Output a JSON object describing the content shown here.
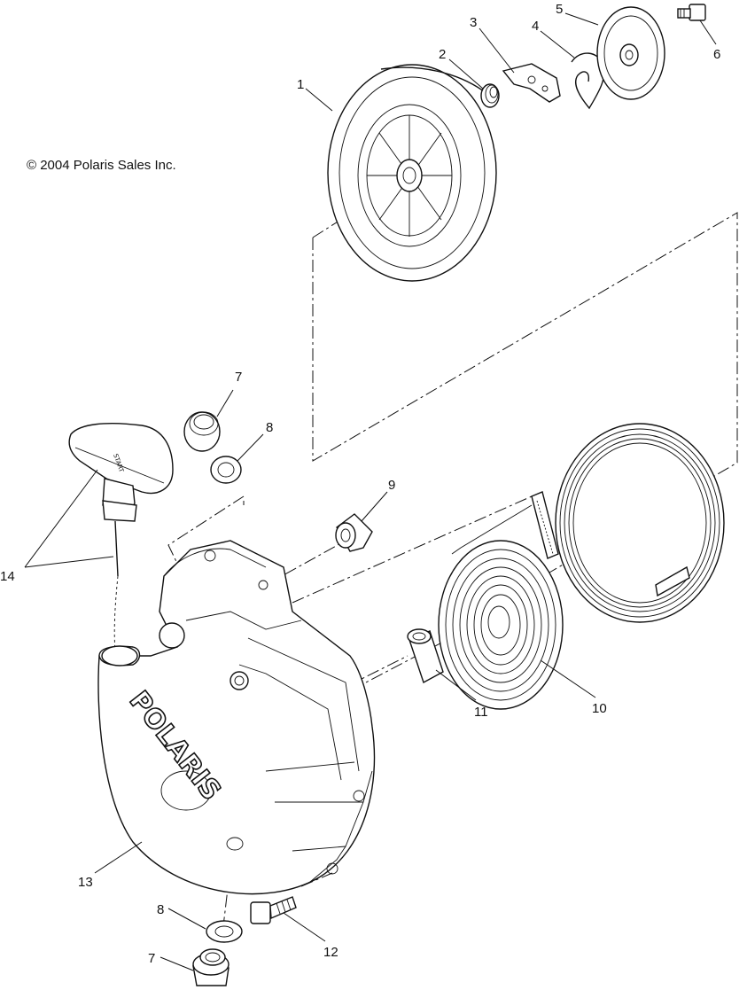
{
  "copyright": "© 2004 Polaris Sales Inc.",
  "brand_text": "POLARIS",
  "handle_text": "START",
  "callouts": {
    "c1": "1",
    "c2": "2",
    "c3": "3",
    "c4": "4",
    "c5": "5",
    "c6": "6",
    "c7a": "7",
    "c8a": "8",
    "c9": "9",
    "c10": "10",
    "c11": "11",
    "c12": "12",
    "c13": "13",
    "c14": "14",
    "c8b": "8",
    "c7b": "7"
  }
}
